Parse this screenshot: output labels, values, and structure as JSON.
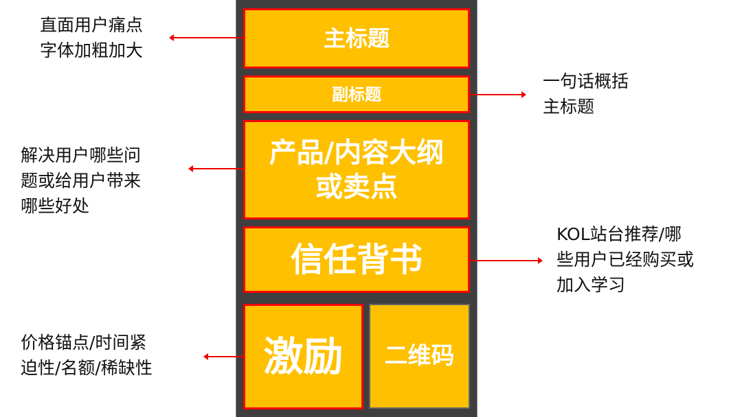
{
  "blocks": {
    "main_title": "主标题",
    "subtitle": "副标题",
    "product": "产品/内容大纲或卖点",
    "trust": "信任背书",
    "incentive": "激励",
    "qr_code": "二维码"
  },
  "notes": {
    "main_title": "直面用户痛点\n字体加粗加大",
    "subtitle": "一句话概括\n主标题",
    "product": "解决用户哪些问\n题或给用户带来\n哪些好处",
    "trust": "KOL站台推荐/哪\n些用户已经购买或\n加入学习",
    "incentive": "价格锚点/时间紧\n迫性/名额/稀缺性"
  },
  "colors": {
    "block": "#FFC000",
    "border": "#FF0000",
    "background": "#3f3f3f"
  }
}
